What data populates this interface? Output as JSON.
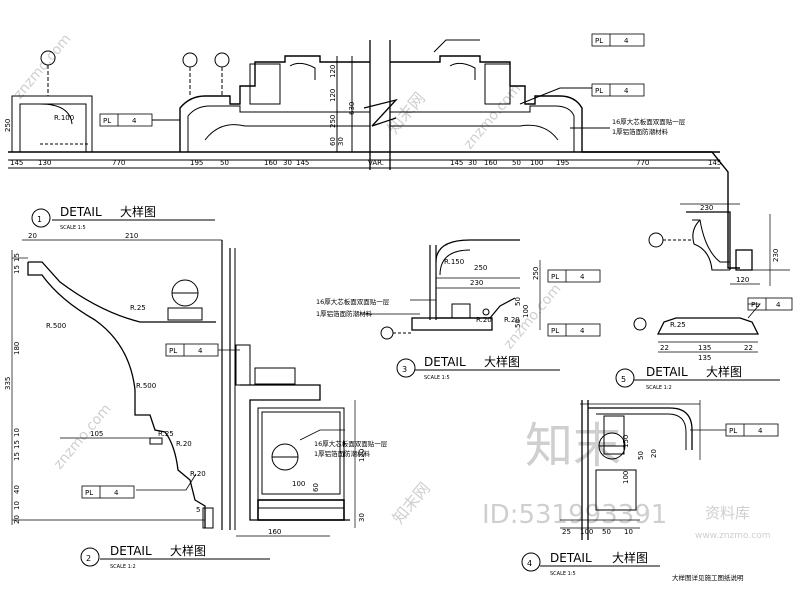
{
  "watermark": {
    "diag_text": "znzmo.com",
    "site": "www.znzmo.com",
    "brand_cn": "知末",
    "library_cn": "资料库",
    "id_text": "ID:531993391",
    "small_cn": "知末网"
  },
  "tag_label": "PL",
  "tag_value": "4",
  "details": [
    {
      "num": "1",
      "title": "DETAIL",
      "cn": "大样图",
      "scale": "SCALE 1:5"
    },
    {
      "num": "2",
      "title": "DETAIL",
      "cn": "大样图",
      "scale": "SCALE 1:2"
    },
    {
      "num": "3",
      "title": "DETAIL",
      "cn": "大样图",
      "scale": "SCALE 1:5"
    },
    {
      "num": "4",
      "title": "DETAIL",
      "cn": "大样图",
      "scale": "SCALE 1:5"
    },
    {
      "num": "5",
      "title": "DETAIL",
      "cn": "大样图",
      "scale": "SCALE 1:2"
    }
  ],
  "top_section": {
    "bottom_dims": [
      "145",
      "130",
      "770",
      "195",
      "50",
      "160",
      "30",
      "145",
      "VAR.",
      "145",
      "30",
      "160",
      "50",
      "100",
      "195",
      "770",
      "145"
    ],
    "heights": [
      "250",
      "120",
      "120",
      "250",
      "60",
      "30",
      "630"
    ],
    "radius": "R.100",
    "note_line1": "16厚大芯板面双面贴一层",
    "note_line2": "1厚铝箔面防潮材料",
    "right_width": "230",
    "right_width2": "120",
    "right_height": "230"
  },
  "detail1": {
    "top_widths": [
      "20",
      "210"
    ],
    "left_dims": [
      "15",
      "15",
      "180",
      "335",
      "10",
      "15",
      "15",
      "40",
      "10",
      "20",
      "5"
    ],
    "radii": [
      "R.500",
      "R.500",
      "R.25",
      "R.20",
      "R.20"
    ],
    "mid_dim": "105",
    "side_dim": "R.25"
  },
  "detail2": {
    "dims": [
      "120",
      "100",
      "60",
      "30",
      "160"
    ],
    "note_line1": "16厚大芯板面双面贴一层",
    "note_line2": "1厚铝箔面防潮材料"
  },
  "detail3": {
    "dims": [
      "250",
      "230",
      "250",
      "100",
      "50",
      "50",
      "R.150",
      "R.20",
      "R.20"
    ],
    "note_line1": "16厚大芯板面双面贴一层",
    "note_line2": "1厚铝箔面防潮材料"
  },
  "detail4": {
    "dims": [
      "150",
      "100",
      "50",
      "20",
      "25",
      "100",
      "50",
      "10"
    ]
  },
  "detail5": {
    "dims": [
      "135",
      "22",
      "22",
      "135",
      "R.25"
    ]
  },
  "footer_note": "大样图详见施工图纸说明"
}
